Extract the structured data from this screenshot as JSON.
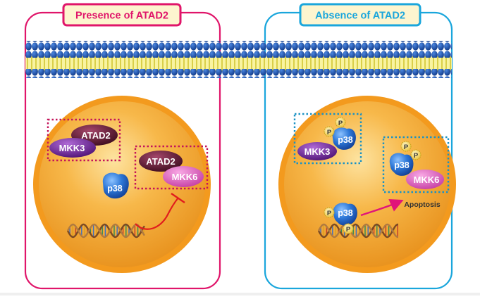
{
  "left_panel": {
    "title": "Presence of ATAD2",
    "complex_1": {
      "top_protein": "ATAD2",
      "bottom_protein": "MKK3"
    },
    "complex_2": {
      "top_protein": "ATAD2",
      "bottom_protein": "MKK6"
    },
    "free_protein": "p38"
  },
  "right_panel": {
    "title": "Absence of ATAD2",
    "complex_1": {
      "protein_a": "MKK3",
      "protein_b": "p38",
      "phospho_label": "P"
    },
    "complex_2": {
      "protein_a": "p38",
      "protein_b": "MKK6",
      "phospho_label": "P"
    },
    "dna_bound_protein": "p38",
    "outcome_label": "Apoptosis"
  },
  "colors": {
    "left_accent": "#e0156a",
    "right_accent": "#1aa6dc",
    "badge_fill": "#fdf5cf",
    "membrane_head": "#1f58b8",
    "membrane_tail": "#f7ef7a",
    "nucleus_fill": "#f4a83a",
    "nucleus_rim": "#f39a1e",
    "atad2": "#6a1f3a",
    "mkk3": "#7b2fa3",
    "mkk6": "#e463c0",
    "p38": "#1f67c8",
    "phospho": "#f7d84a",
    "inhibit_arrow": "#e11d1d",
    "activate_arrow": "#e0157a"
  },
  "icons": [
    "dna-helix-icon",
    "phosphate-icon",
    "inhibition-arrow-icon",
    "activation-arrow-icon"
  ]
}
